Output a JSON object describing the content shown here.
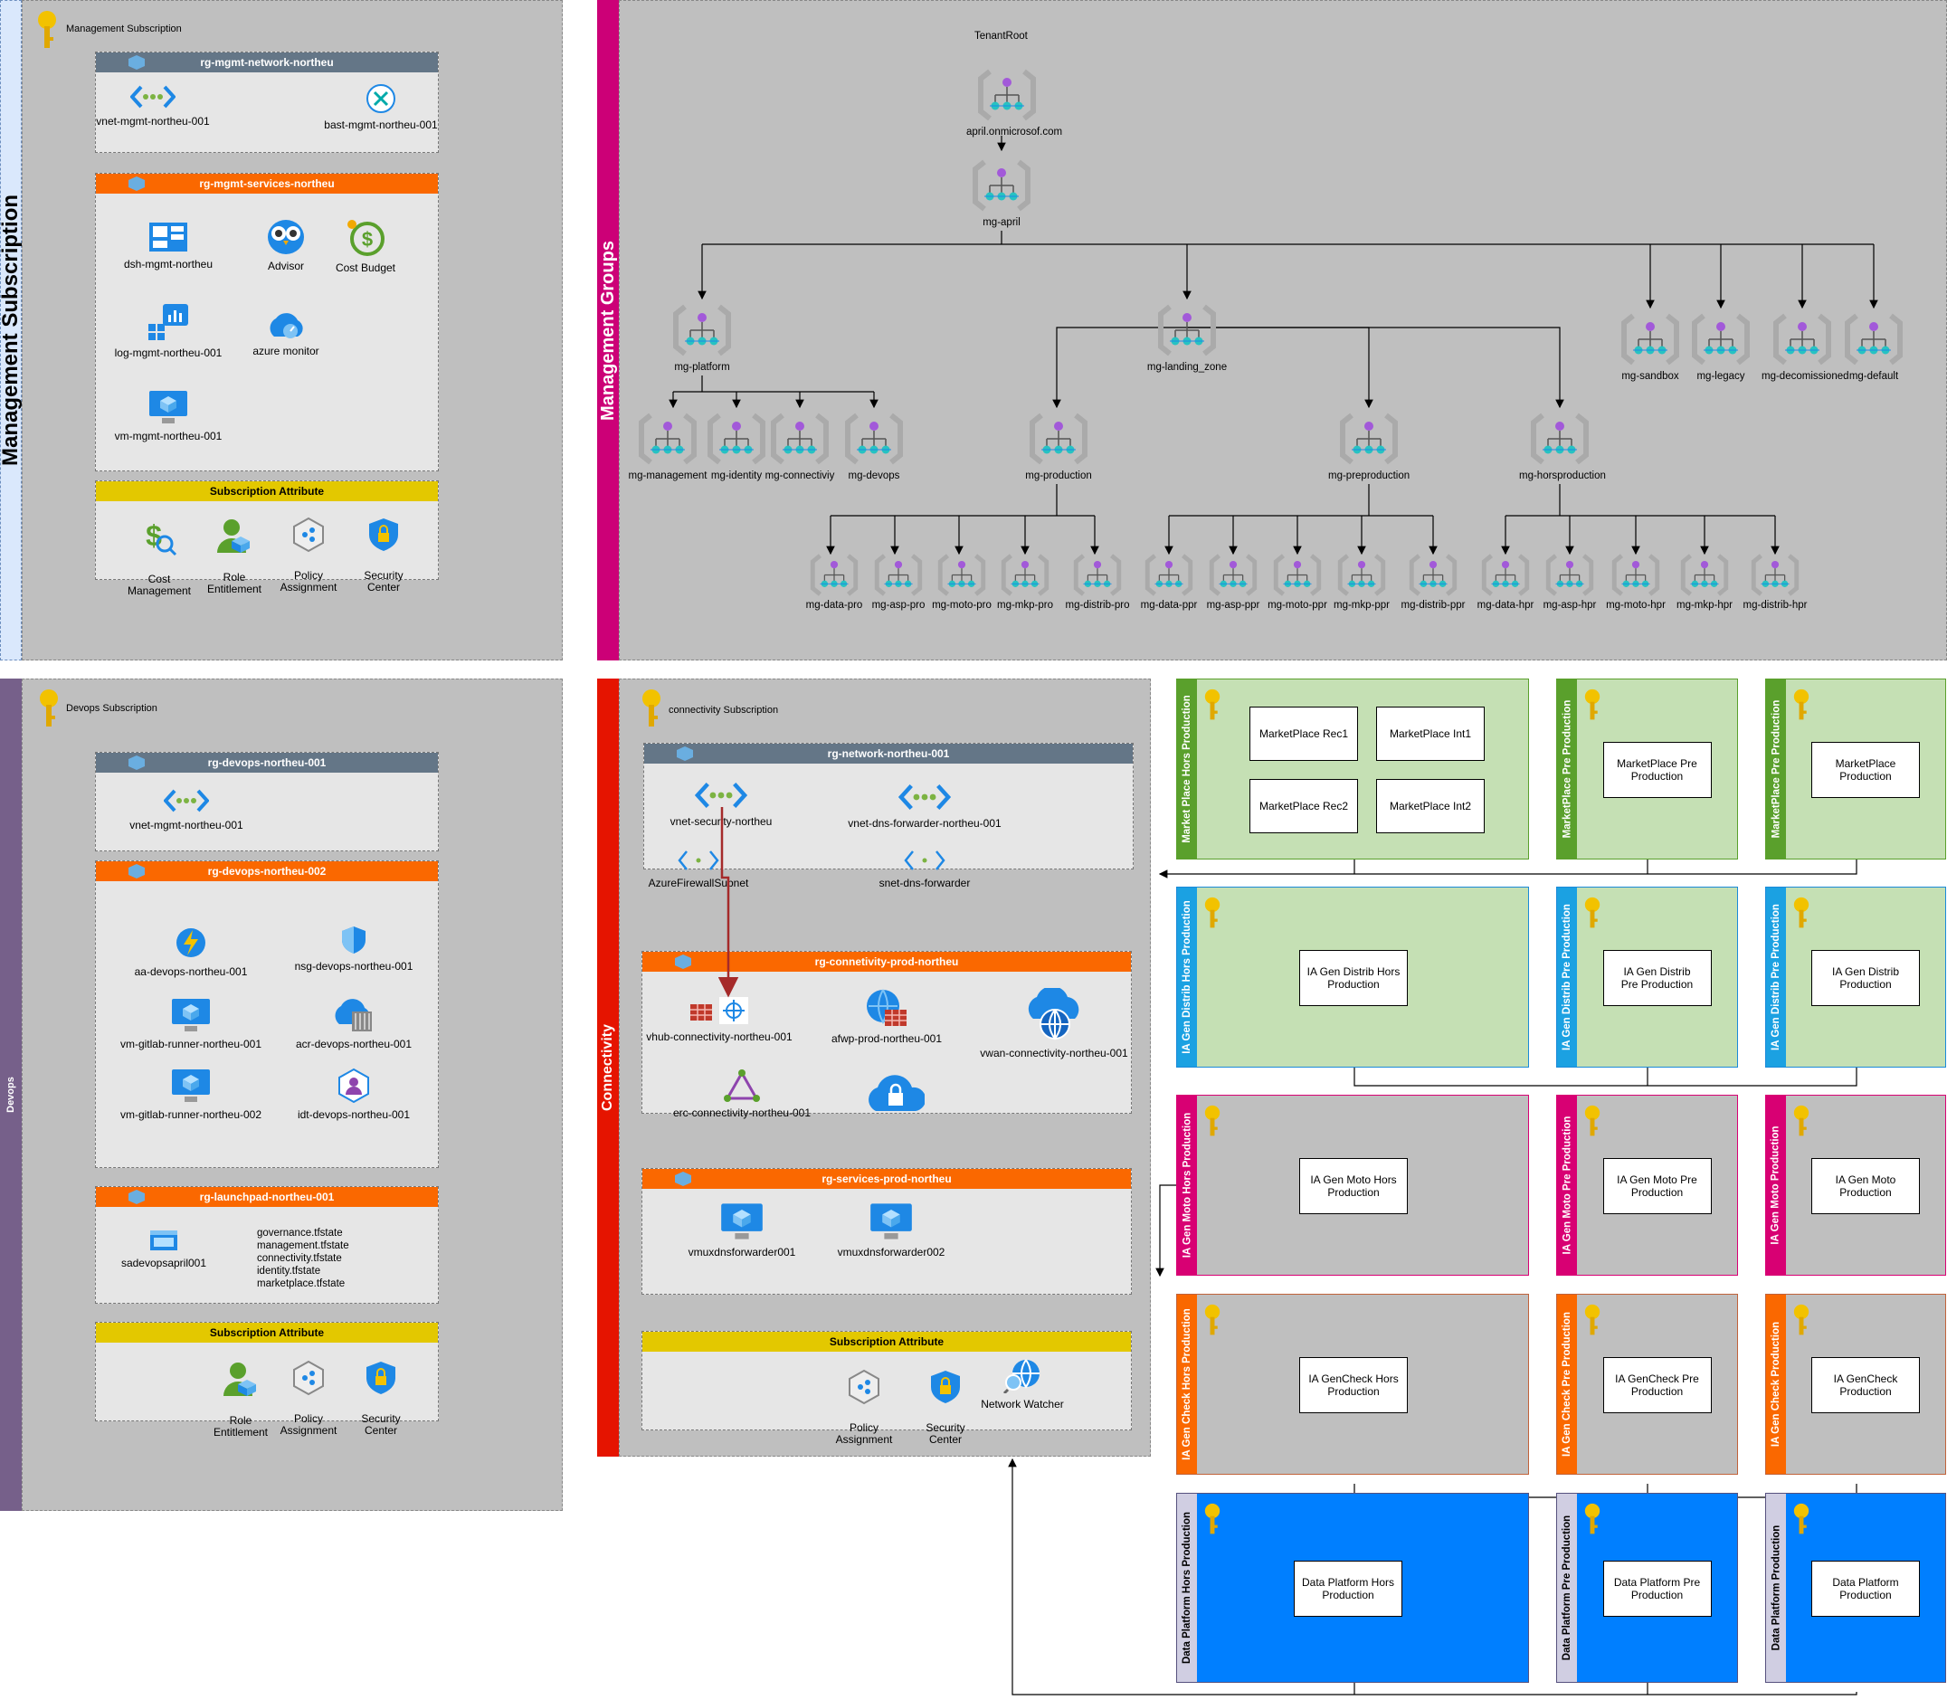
{
  "management": {
    "sidebar_label": "Management Subscription",
    "subscription_label": "Management Subscription",
    "rg_network": {
      "title": "rg-mgmt-network-northeu",
      "items": [
        "vnet-mgmt-northeu-001",
        "bast-mgmt-northeu-001"
      ]
    },
    "rg_services": {
      "title": "rg-mgmt-services-northeu",
      "items": [
        "dsh-mgmt-northeu",
        "Advisor",
        "Cost Budget",
        "log-mgmt-northeu-001",
        "azure monitor",
        "vm-mgmt-northeu-001"
      ]
    },
    "attr": {
      "title": "Subscription Attribute",
      "items": [
        "Cost\nManagement",
        "Role\nEntitlement",
        "Policy\nAssignment",
        "Security\nCenter"
      ]
    }
  },
  "mg": {
    "sidebar_label": "Management Groups",
    "tenant_root": "TenantRoot",
    "root_domain": "april.onmicrosof.com",
    "mg_april": "mg-april",
    "level2": [
      "mg-platform",
      "mg-landing_zone",
      "mg-sandbox",
      "mg-legacy",
      "mg-decomissioned",
      "mg-default"
    ],
    "platform_children": [
      "mg-management",
      "mg-identity",
      "mg-connectiviy",
      "mg-devops"
    ],
    "lz_children": [
      "mg-production",
      "mg-preproduction",
      "mg-horsproduction"
    ],
    "pro": [
      "mg-data-pro",
      "mg-asp-pro",
      "mg-moto-pro",
      "mg-mkp-pro",
      "mg-distrib-pro"
    ],
    "ppr": [
      "mg-data-ppr",
      "mg-asp-ppr",
      "mg-moto-ppr",
      "mg-mkp-ppr",
      "mg-distrib-ppr"
    ],
    "hpr": [
      "mg-data-hpr",
      "mg-asp-hpr",
      "mg-moto-hpr",
      "mg-mkp-hpr",
      "mg-distrib-hpr"
    ]
  },
  "devops": {
    "sidebar_label": "Devops",
    "subscription_label": "Devops Subscription",
    "rg1": {
      "title": "rg-devops-northeu-001",
      "items": [
        "vnet-mgmt-northeu-001"
      ]
    },
    "rg2": {
      "title": "rg-devops-northeu-002",
      "items": [
        "aa-devops-northeu-001",
        "nsg-devops-northeu-001",
        "vm-gitlab-runner-northeu-001",
        "acr-devops-northeu-001",
        "vm-gitlab-runner-northeu-002",
        "idt-devops-northeu-001"
      ]
    },
    "rg3": {
      "title": "rg-launchpad-northeu-001",
      "storage": "sadevopsapril001",
      "files": [
        "governance.tfstate",
        "management.tfstate",
        "connectivity.tfstate",
        "identity.tfstate",
        "marketplace.tfstate"
      ]
    },
    "attr": {
      "title": "Subscription Attribute",
      "items": [
        "Role\nEntitlement",
        "Policy\nAssignment",
        "Security\nCenter"
      ]
    }
  },
  "connectivity": {
    "sidebar_label": "Connectivity",
    "subscription_label": "connectivity Subscription",
    "rg_network": {
      "title": "rg-network-northeu-001",
      "items": [
        "vnet-security-northeu",
        "vnet-dns-forwarder-northeu-001",
        "AzureFirewallSubnet",
        "snet-dns-forwarder"
      ]
    },
    "rg_prod": {
      "title": "rg-connetivity-prod-northeu",
      "items": [
        "vhub-connectivity-northeu-001",
        "afwp-prod-northeu-001",
        "vwan-connectivity-northeu-001",
        "erc-connectivity-northeu-001"
      ]
    },
    "rg_services": {
      "title": "rg-services-prod-northeu",
      "items": [
        "vmuxdnsforwarder001",
        "vmuxdnsforwarder002"
      ]
    },
    "attr": {
      "title": "Subscription Attribute",
      "items": [
        "Policy\nAssignment",
        "Security\nCenter",
        "Network Watcher"
      ]
    }
  },
  "landing_zones": {
    "rows": [
      {
        "labels": [
          "Market Place Hors Production",
          "MarketPlace Pre Production",
          "MarketPlace Pre Production"
        ],
        "boxes": [
          [
            "MarketPlace Rec1",
            "MarketPlace Int1",
            "MarketPlace Rec2",
            "MarketPlace Int2"
          ],
          [
            "MarketPlace Pre\nProduction"
          ],
          [
            "MarketPlace\nProduction"
          ]
        ],
        "side": "#5aa02c",
        "fill": "#c5e0b4",
        "border": "#5aa02c"
      },
      {
        "labels": [
          "IA Gen Distrib Hors Production",
          "IA Gen Distrib Pre Production",
          "IA Gen Distrib Pre Production"
        ],
        "boxes": [
          [
            "IA Gen Distrib Hors\nProduction"
          ],
          [
            "IA Gen Distrib\nPre Production"
          ],
          [
            "IA Gen Distrib\nProduction"
          ]
        ],
        "side": "#1ba1e2",
        "fill": "#c5e0b4",
        "border": "#1b8ad8"
      },
      {
        "labels": [
          "IA Gen Moto Hors Production",
          "IA Gen Moto Pre Production",
          "IA Gen Moto Production"
        ],
        "boxes": [
          [
            "IA Gen Moto Hors\nProduction"
          ],
          [
            "IA Gen Moto Pre\nProduction"
          ],
          [
            "IA Gen Moto\nProduction"
          ]
        ],
        "side": "#d80073",
        "fill": "#bfbfbf",
        "border": "#d80073"
      },
      {
        "labels": [
          "IA Gen Check Hors Production",
          "IA Gen Check Pre Production",
          "IA Gen Check Production"
        ],
        "boxes": [
          [
            "IA GenCheck Hors\nProduction"
          ],
          [
            "IA GenCheck Pre\nProduction"
          ],
          [
            "IA GenCheck\nProduction"
          ]
        ],
        "side": "#fa6800",
        "fill": "#bfbfbf",
        "border": "#c0623a"
      },
      {
        "labels": [
          "Data Platform Hors Production",
          "Data Platform Pre Production",
          "Data Platform  Production"
        ],
        "boxes": [
          [
            "Data Platform Hors\nProduction"
          ],
          [
            "Data Platform Pre\nProduction"
          ],
          [
            "Data Platform\nProduction"
          ]
        ],
        "side": "#d0cee2",
        "fill": "#007fff",
        "border": "#56517e"
      }
    ]
  }
}
